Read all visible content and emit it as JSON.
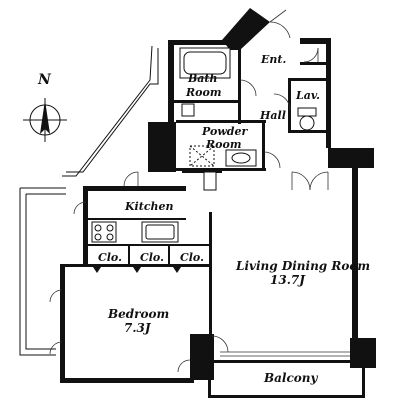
{
  "compass": {
    "label": "N"
  },
  "rooms": {
    "entrance": "Ent.",
    "bath_line1": "Bath",
    "bath_line2": "Room",
    "lavatory": "Lav.",
    "hall": "Hall",
    "powder_line1": "Powder",
    "powder_line2": "Room",
    "kitchen": "Kitchen",
    "closet1": "Clo.",
    "closet2": "Clo.",
    "closet3": "Clo.",
    "living_line1": "Living Dining Room",
    "living_line2": "13.7J",
    "bedroom_line1": "Bedroom",
    "bedroom_line2": "7.3J",
    "balcony": "Balcony"
  }
}
